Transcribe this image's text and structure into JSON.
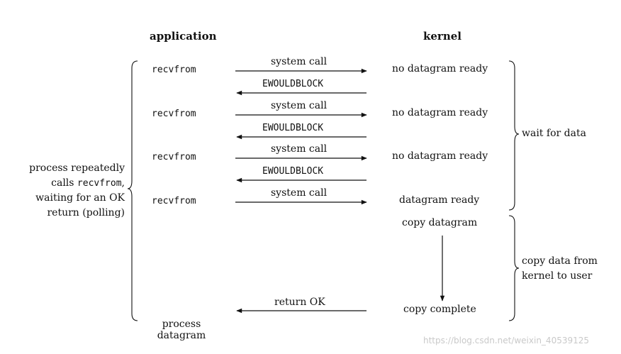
{
  "headers": {
    "application": "application",
    "kernel": "kernel"
  },
  "steps": [
    {
      "app": "recvfrom",
      "call": "system call",
      "kernel": "no datagram ready",
      "reply": "EWOULDBLOCK"
    },
    {
      "app": "recvfrom",
      "call": "system call",
      "kernel": "no datagram ready",
      "reply": "EWOULDBLOCK"
    },
    {
      "app": "recvfrom",
      "call": "system call",
      "kernel": "no datagram ready",
      "reply": "EWOULDBLOCK"
    },
    {
      "app": "recvfrom",
      "call": "system call",
      "kernel": "datagram ready"
    }
  ],
  "kernel_copy": {
    "start": "copy datagram",
    "end": "copy complete"
  },
  "return_ok": "return OK",
  "process_datagram": [
    "process",
    "datagram"
  ],
  "left_note": {
    "line1": "process repeatedly",
    "line2_pre": "calls ",
    "line2_code": "recvfrom",
    "line2_post": ",",
    "line3": "waiting for an OK",
    "line4": "return (polling)"
  },
  "right_notes": {
    "wait": "wait for data",
    "copy_line1": "copy data from",
    "copy_line2": "kernel to user"
  },
  "watermark": "https://blog.csdn.net/weixin_40539125"
}
